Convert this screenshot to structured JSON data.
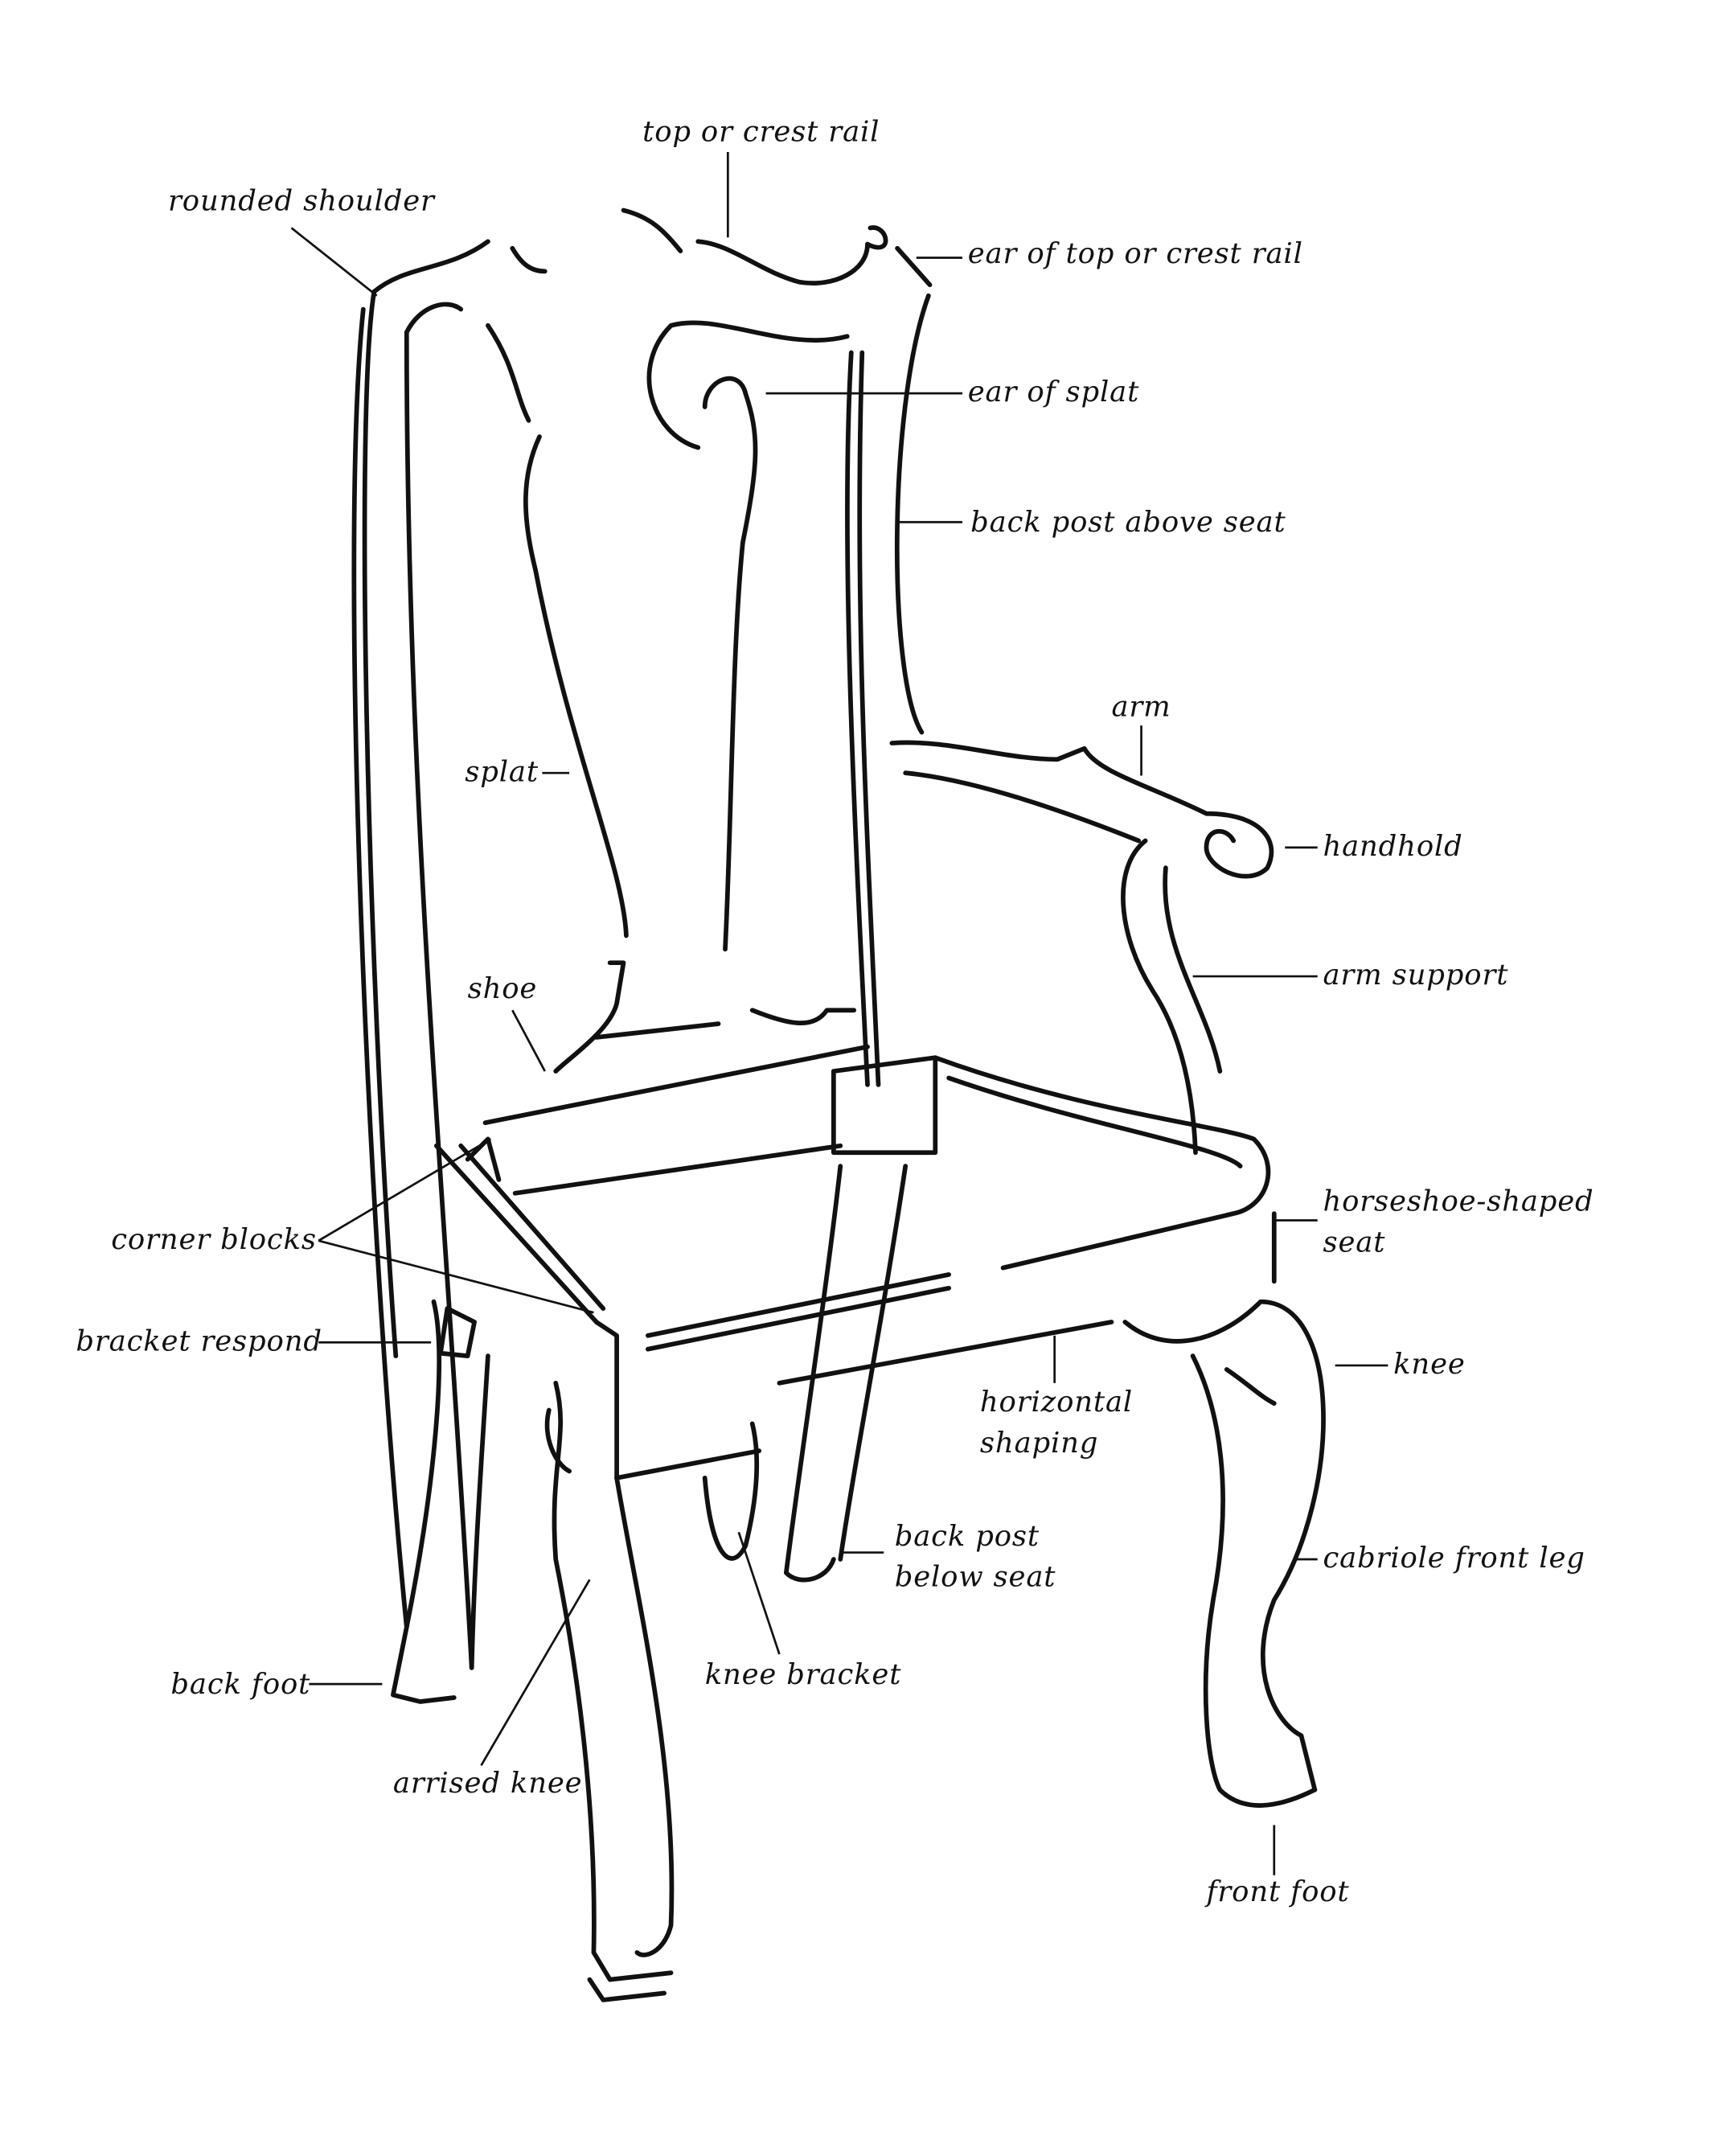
{
  "diagram": {
    "labels": {
      "top_rail": "top or crest rail",
      "rounded_shoulder": "rounded shoulder",
      "ear_top_rail": "ear of top or crest rail",
      "ear_splat": "ear of splat",
      "back_post_above": "back post above seat",
      "arm": "arm",
      "handhold": "handhold",
      "splat": "splat",
      "arm_support": "arm support",
      "shoe": "shoe",
      "horseshoe_1": "horseshoe-shaped",
      "horseshoe_2": "seat",
      "corner_blocks": "corner blocks",
      "bracket_respond": "bracket respond",
      "knee": "knee",
      "horizontal_1": "horizontal",
      "horizontal_2": "shaping",
      "back_post_below_1": "back post",
      "back_post_below_2": "below seat",
      "cabriole": "cabriole front leg",
      "back_foot": "back foot",
      "knee_bracket": "knee bracket",
      "arrised_knee": "arrised knee",
      "front_foot": "front foot"
    },
    "line_color": "#111111"
  }
}
